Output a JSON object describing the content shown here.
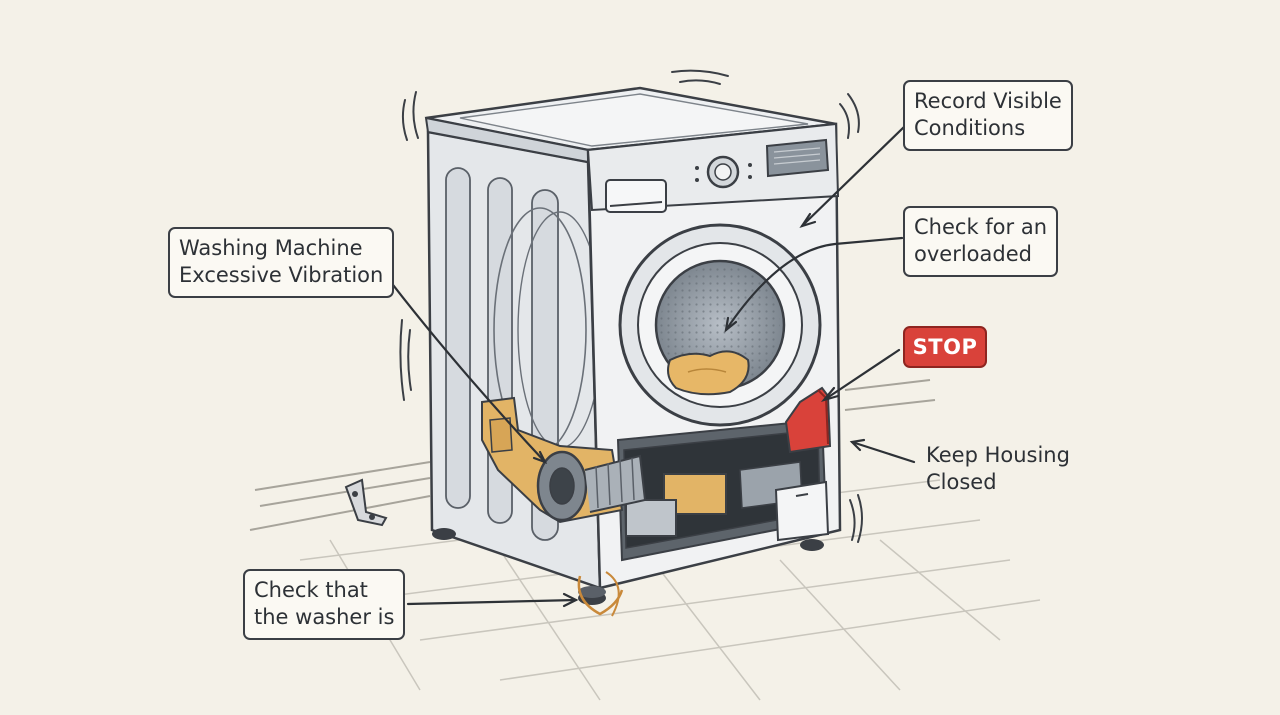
{
  "callouts": {
    "vibration": {
      "line1": "Washing Machine",
      "line2": "Excessive Vibration"
    },
    "record": {
      "line1": "Record Visible",
      "line2": "Conditions"
    },
    "overloaded": {
      "line1": "Check for an",
      "line2": "overloaded"
    },
    "stop": {
      "label": "STOP"
    },
    "housing": {
      "line1": "Keep Housing",
      "line2": "Closed"
    },
    "level": {
      "line1": "Check that",
      "line2": "the washer is"
    }
  },
  "colors": {
    "background": "#f4f1e8",
    "outline": "#3b3f45",
    "stop_red": "#d9423a",
    "motor_orange": "#e2b466",
    "laundry_orange": "#e7b767"
  },
  "icons": [
    "washing-machine-icon",
    "vibration-marks-icon",
    "stop-sign-icon",
    "leveling-foot-icon",
    "wall-bracket-icon"
  ]
}
